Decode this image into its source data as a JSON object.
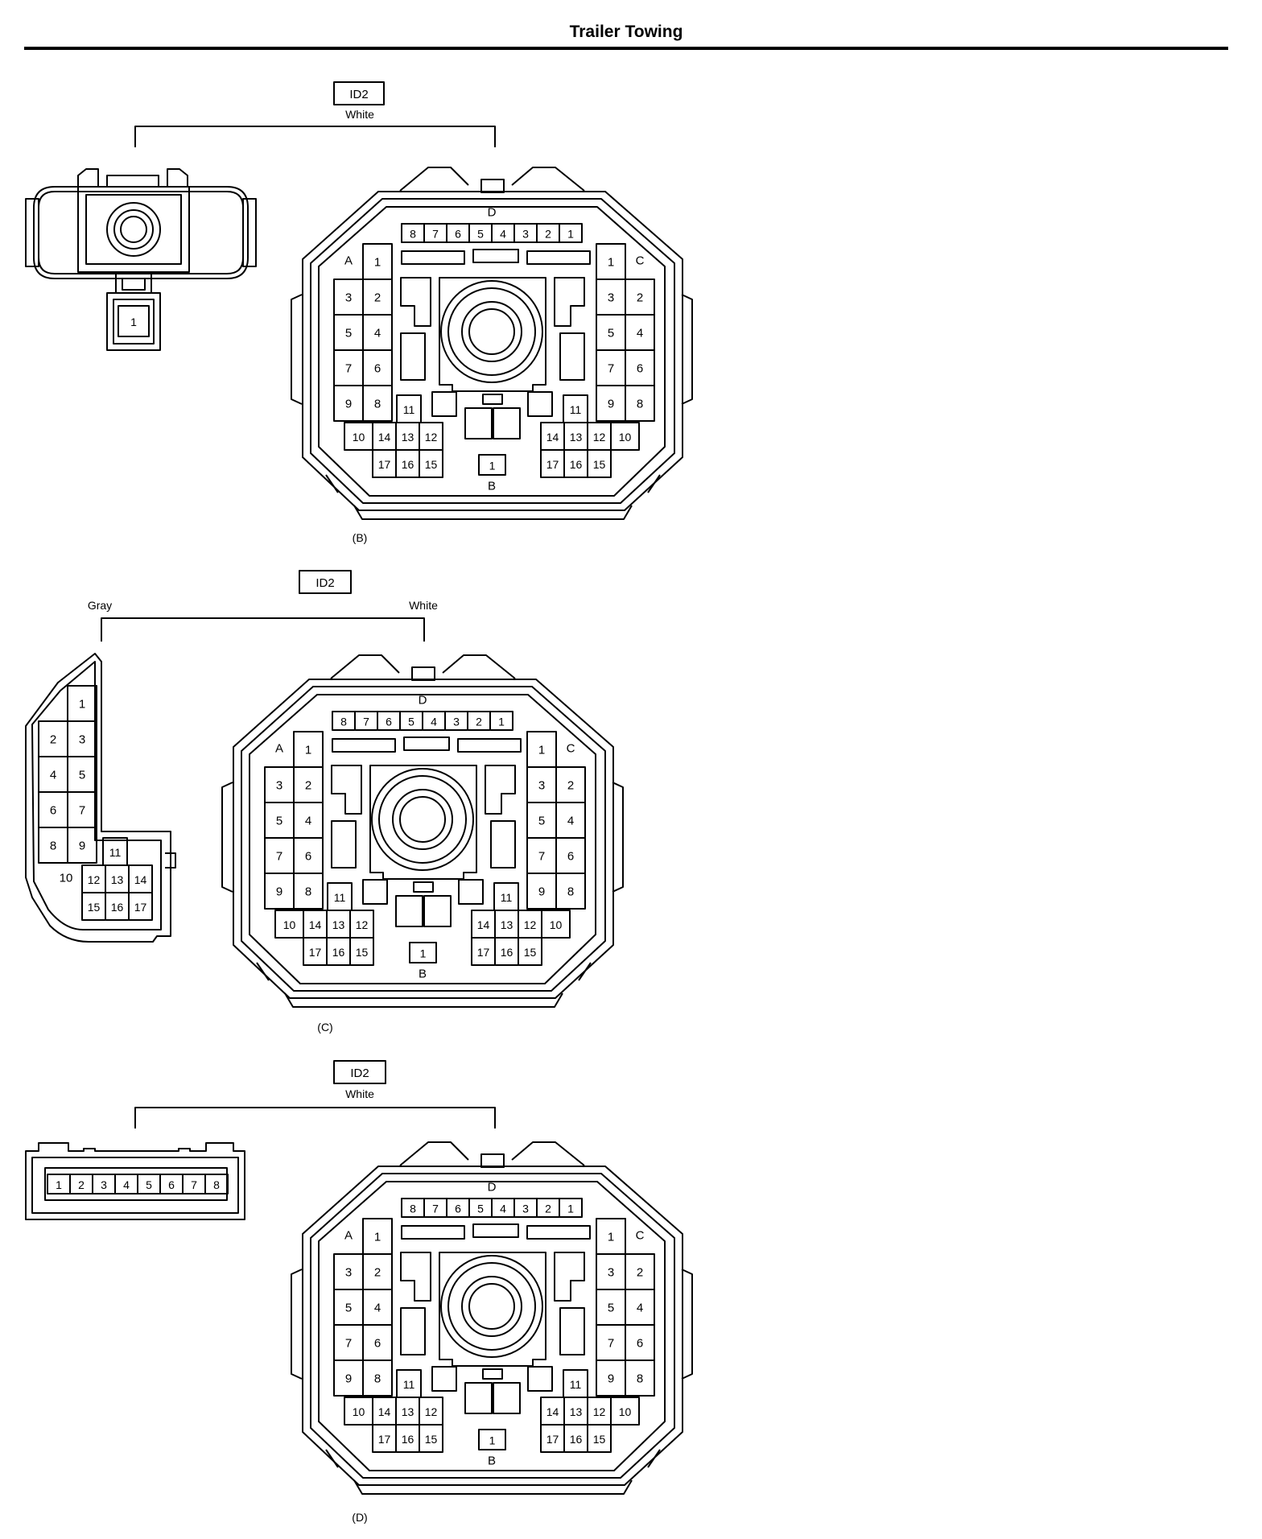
{
  "header": {
    "title": "Trailer Towing"
  },
  "views": [
    {
      "connector_id": "ID2",
      "mating_color": "White",
      "caption": "(B)",
      "mating_pins": [
        "1"
      ]
    },
    {
      "connector_id": "ID2",
      "mating_color": "Gray",
      "main_color": "White",
      "caption": "(C)",
      "mating_pins": [
        "1",
        "2",
        "3",
        "4",
        "5",
        "6",
        "7",
        "8",
        "9",
        "10",
        "11",
        "12",
        "13",
        "14",
        "15",
        "16",
        "17"
      ]
    },
    {
      "connector_id": "ID2",
      "mating_color": "White",
      "caption": "(D)",
      "mating_pins": [
        "1",
        "2",
        "3",
        "4",
        "5",
        "6",
        "7",
        "8"
      ]
    }
  ],
  "main_connector": {
    "section_letters": {
      "a": "A",
      "b": "B",
      "c": "C",
      "d": "D"
    },
    "d_row": [
      "8",
      "7",
      "6",
      "5",
      "4",
      "3",
      "2",
      "1"
    ],
    "left_column": [
      [
        "1"
      ],
      [
        "3",
        "2"
      ],
      [
        "5",
        "4"
      ],
      [
        "7",
        "6"
      ],
      [
        "9",
        "8"
      ]
    ],
    "right_column": [
      [
        "1"
      ],
      [
        "3",
        "2"
      ],
      [
        "5",
        "4"
      ],
      [
        "7",
        "6"
      ],
      [
        "9",
        "8"
      ]
    ],
    "lower_left": {
      "top": "11",
      "side": "10",
      "row1": [
        "14",
        "13",
        "12"
      ],
      "row2": [
        "17",
        "16",
        "15"
      ]
    },
    "lower_right": {
      "top": "11",
      "side": "10",
      "row1": [
        "14",
        "13",
        "12"
      ],
      "row2": [
        "17",
        "16",
        "15"
      ]
    },
    "b_pin": "1"
  }
}
